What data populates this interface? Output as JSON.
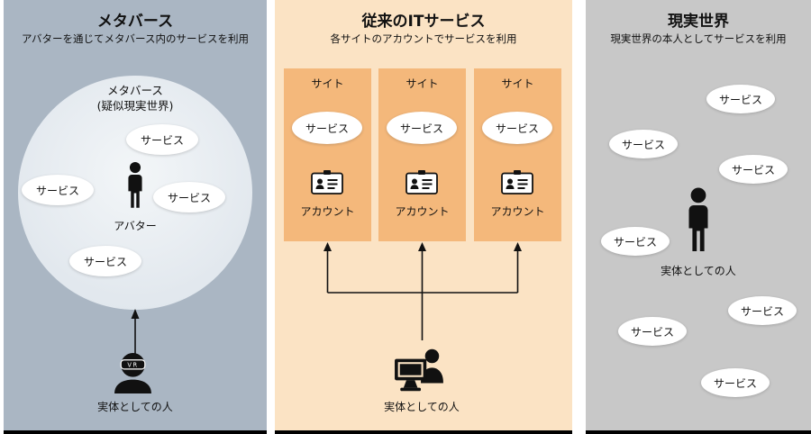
{
  "panels": {
    "metaverse": {
      "title": "メタバース",
      "subtitle": "アバターを通じてメタバース内のサービスを利用",
      "circle_title": "メタバース",
      "circle_subtitle": "(疑似現実世界)",
      "services": [
        "サービス",
        "サービス",
        "サービス",
        "サービス"
      ],
      "avatar_label": "アバター",
      "vr_text": "VR",
      "person_label": "実体としての人"
    },
    "it": {
      "title": "従来のITサービス",
      "subtitle": "各サイトのアカウントでサービスを利用",
      "sites": [
        {
          "title": "サイト",
          "service": "サービス",
          "account": "アカウント"
        },
        {
          "title": "サイト",
          "service": "サービス",
          "account": "アカウント"
        },
        {
          "title": "サイト",
          "service": "サービス",
          "account": "アカウント"
        }
      ],
      "person_label": "実体としての人"
    },
    "real": {
      "title": "現実世界",
      "subtitle": "現実世界の本人としてサービスを利用",
      "services": [
        "サービス",
        "サービス",
        "サービス",
        "サービス",
        "サービス",
        "サービス",
        "サービス"
      ],
      "person_label": "実体としての人"
    }
  },
  "colors": {
    "metaverse_bg": "#aab6c3",
    "metaverse_circle": "#e8edf2",
    "it_bg": "#fbe3c4",
    "site_bg": "#f4b87b",
    "real_bg": "#c8c8c8",
    "oval_bg": "#ffffff",
    "ink": "#111111"
  }
}
